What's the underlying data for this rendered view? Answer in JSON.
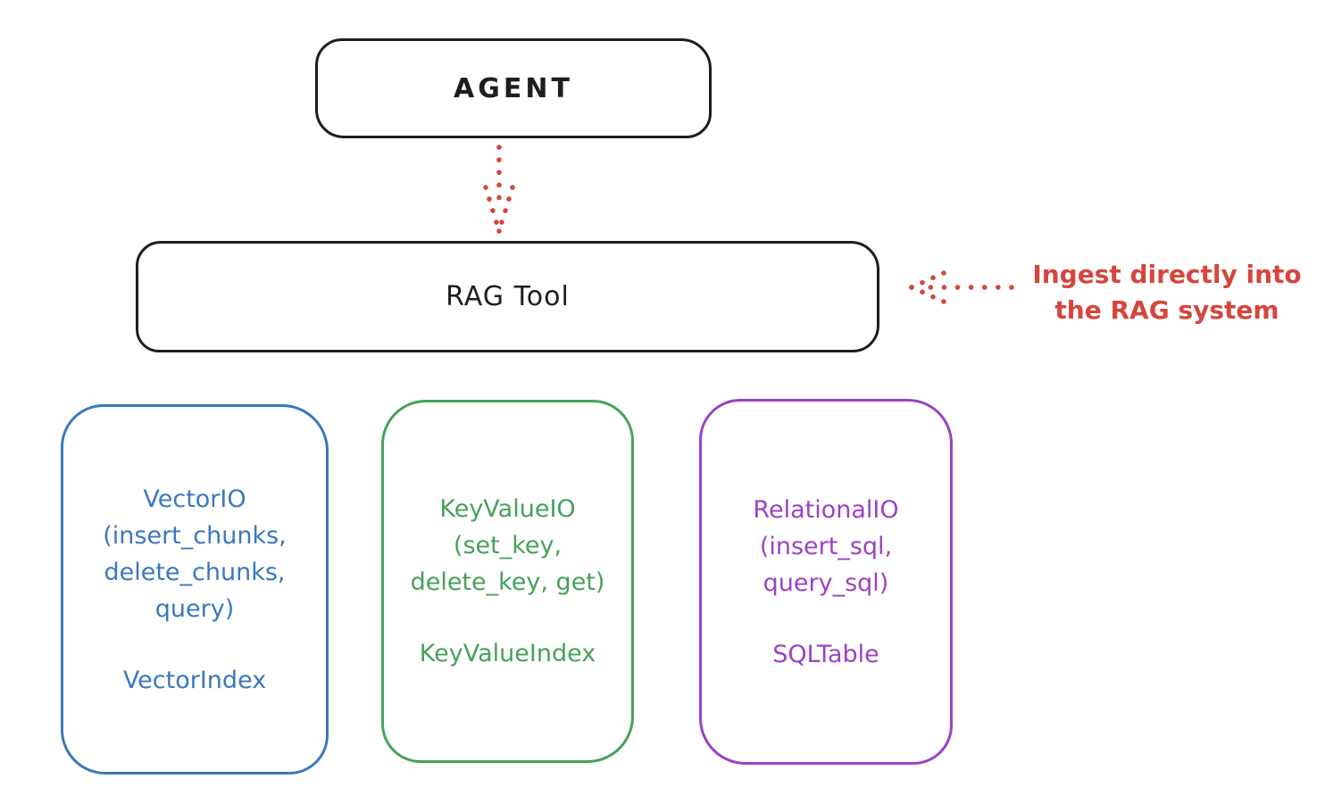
{
  "diagram": {
    "background_color": "#ffffff",
    "stroke_color_black": "#1e1e1e",
    "accent_red": "#d6453c",
    "nodes": {
      "agent": {
        "label": "AGENT",
        "border_color": "#1e1e1e"
      },
      "rag_tool": {
        "label": "RAG Tool",
        "border_color": "#1e1e1e"
      },
      "vector_io": {
        "lines": [
          "VectorIO",
          "(insert_chunks,",
          "delete_chunks,",
          "query)"
        ],
        "index_label": "VectorIndex",
        "color": "#3b78bc"
      },
      "key_value_io": {
        "lines": [
          "KeyValueIO",
          "(set_key,",
          "delete_key, get)"
        ],
        "index_label": "KeyValueIndex",
        "color": "#47a158"
      },
      "relational_io": {
        "lines": [
          "RelationalIO",
          "(insert_sql,",
          "query_sql)"
        ],
        "index_label": "SQLTable",
        "color": "#9b42c3"
      }
    },
    "annotation": {
      "line1": "Ingest directly into",
      "line2": "the RAG system",
      "color": "#d6453c"
    },
    "arrows": {
      "agent_to_rag": {
        "style": "dotted",
        "color": "#d6453c",
        "direction": "down"
      },
      "annotation_to_rag": {
        "style": "dotted",
        "color": "#d6453c",
        "direction": "left"
      }
    }
  }
}
